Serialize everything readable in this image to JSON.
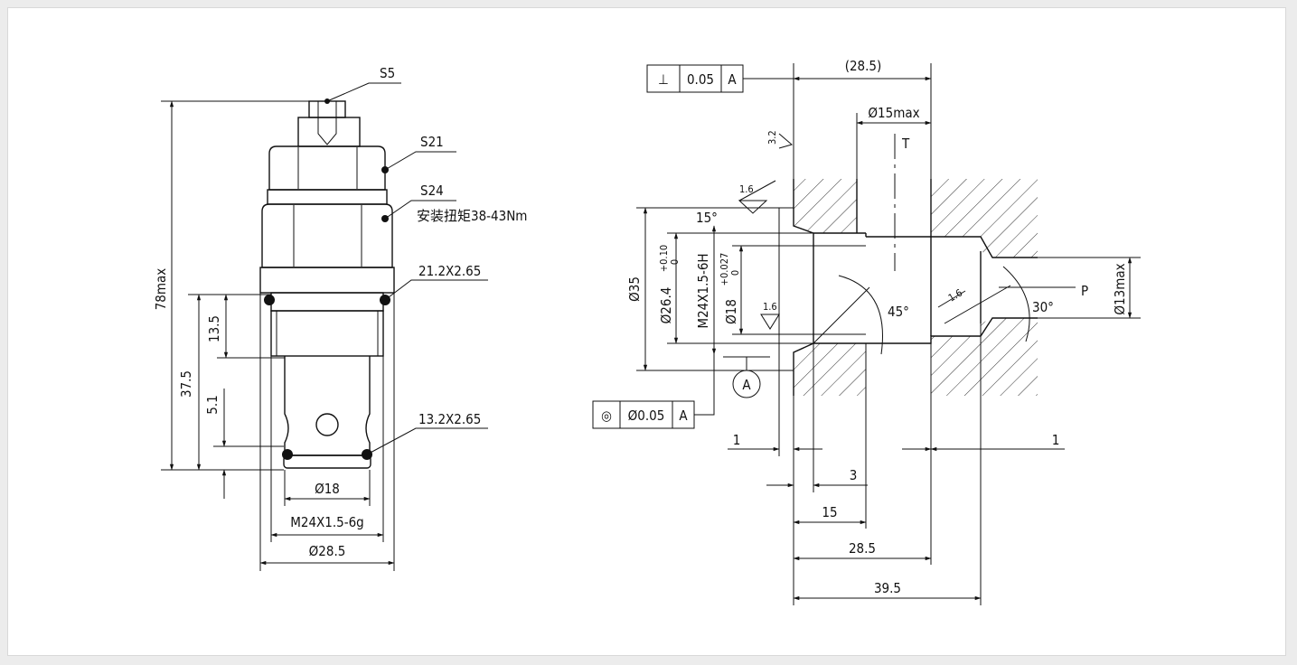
{
  "left_view": {
    "part_labels": [
      "S5",
      "S21",
      "S24"
    ],
    "torque_note": "安装扭矩38-43Nm",
    "seal_upper": "21.2X2.65",
    "seal_lower": "13.2X2.65",
    "dims": {
      "overall": "78max",
      "d1": "37.5",
      "d2": "13.5",
      "d3": "5.1",
      "bore": "Ø18",
      "thread": "M24X1.5-6g",
      "body": "Ø28.5"
    }
  },
  "right_view": {
    "perp_tol": {
      "symbol": "⊥",
      "value": "0.05",
      "datum": "A"
    },
    "conc_tol": {
      "symbol": "◎",
      "value": "Ø0.05",
      "datum": "A"
    },
    "datum_label": "A",
    "top_dim": "(28.5)",
    "d15": "Ø15max",
    "port_T": "T",
    "port_P": "P",
    "rough_top": "3.2",
    "rough_a": "1.6",
    "rough_b": "1.6",
    "rough_c": "1.6",
    "angle_15": "15°",
    "angle_45": "45°",
    "angle_30": "30°",
    "d35": "Ø35",
    "d26": "Ø26.4",
    "d26_tol_up": "+0.10",
    "d26_tol_dn": "0",
    "thread": "M24X1.5-6H",
    "d18": "Ø18",
    "d18_tol_up": "+0.027",
    "d18_tol_dn": "0",
    "d13": "Ø13max",
    "dim_1a": "1",
    "dim_1b": "1",
    "dim_3": "3",
    "dim_15": "15",
    "dim_285": "28.5",
    "dim_395": "39.5"
  }
}
